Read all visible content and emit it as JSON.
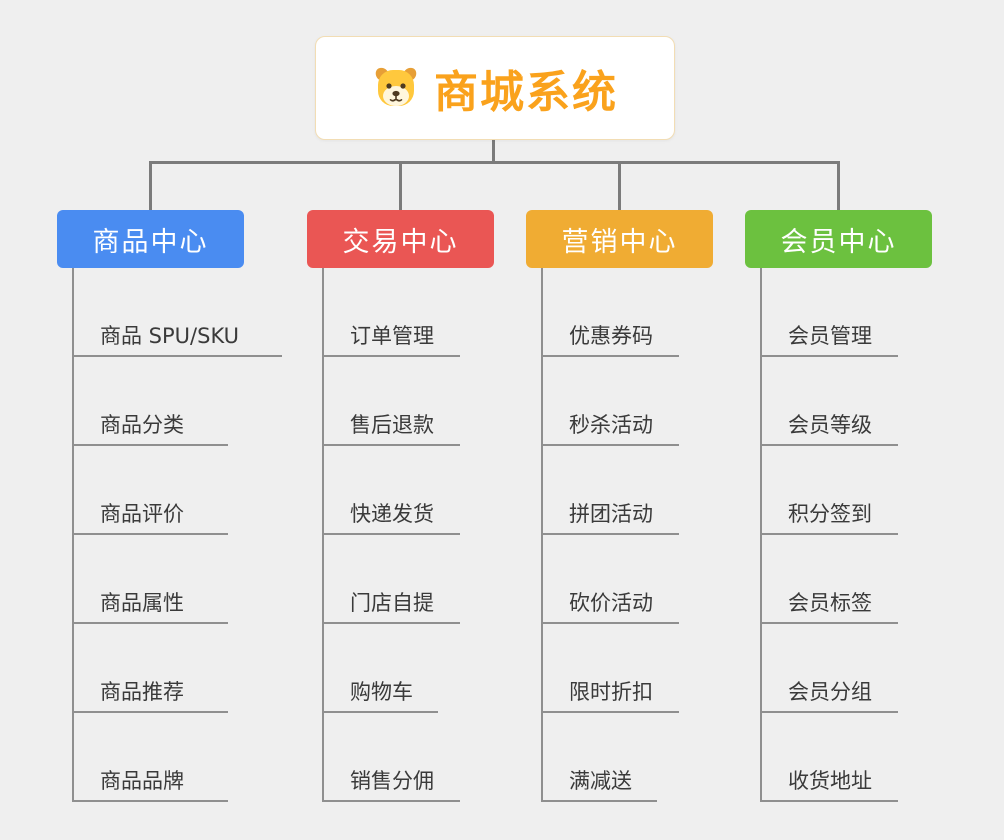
{
  "root": {
    "title": "商城系统",
    "icon": "dog-face-icon",
    "title_color": "#FAA21C"
  },
  "connector_color": "#7B7B7B",
  "branches": [
    {
      "label": "商品中心",
      "color": "#4A8CF1",
      "children": [
        "商品 SPU/SKU",
        "商品分类",
        "商品评价",
        "商品属性",
        "商品推荐",
        "商品品牌"
      ]
    },
    {
      "label": "交易中心",
      "color": "#EA5654",
      "children": [
        "订单管理",
        "售后退款",
        "快递发货",
        "门店自提",
        "购物车",
        "销售分佣"
      ]
    },
    {
      "label": "营销中心",
      "color": "#F0AC33",
      "children": [
        "优惠券码",
        "秒杀活动",
        "拼团活动",
        "砍价活动",
        "限时折扣",
        "满减送"
      ]
    },
    {
      "label": "会员中心",
      "color": "#6CC13F",
      "children": [
        "会员管理",
        "会员等级",
        "积分签到",
        "会员标签",
        "会员分组",
        "收货地址"
      ]
    }
  ]
}
